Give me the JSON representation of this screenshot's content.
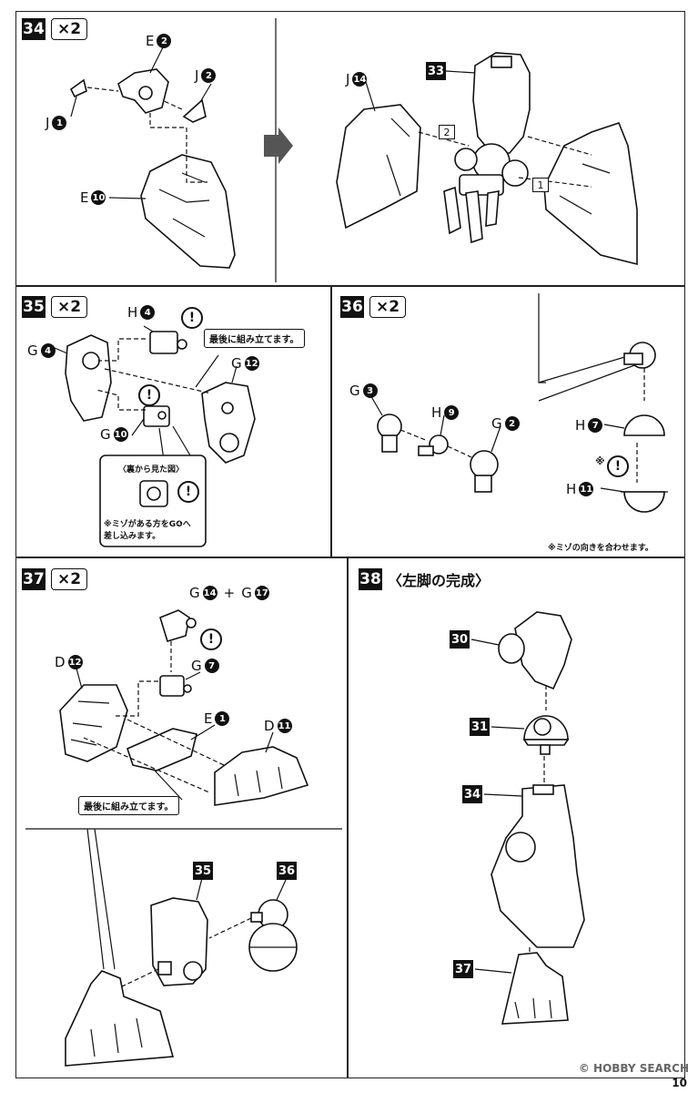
{
  "steps": {
    "s34": {
      "num": "34",
      "mult": "×2"
    },
    "s35": {
      "num": "35",
      "mult": "×2"
    },
    "s36": {
      "num": "36",
      "mult": "×2"
    },
    "s37": {
      "num": "37",
      "mult": "×2"
    },
    "s38": {
      "num": "38",
      "title": "〈左脚の完成〉"
    }
  },
  "labels": {
    "E2": "E",
    "E2n": "2",
    "J2": "J",
    "J2n": "2",
    "J1": "J",
    "J1n": "1",
    "E10": "E",
    "E10n": "10",
    "J14": "J",
    "J14n": "14",
    "ref33": "33",
    "box1": "1",
    "box2": "2",
    "H4": "H",
    "H4n": "4",
    "G4": "G",
    "G4n": "4",
    "G12": "G",
    "G12n": "12",
    "G10": "G",
    "G10n": "10",
    "G3": "G",
    "G3n": "3",
    "H9": "H",
    "H9n": "9",
    "G2": "G",
    "G2n": "2",
    "H7": "H",
    "H7n": "7",
    "H11": "H",
    "H11n": "11",
    "G14": "G",
    "G14n": "14",
    "plus": "+",
    "G17": "G",
    "G17n": "17",
    "D12": "D",
    "D12n": "12",
    "G7": "G",
    "G7n": "7",
    "E1": "E",
    "E1n": "1",
    "D11": "D",
    "D11n": "11",
    "ref35": "35",
    "ref36": "36",
    "ref30": "30",
    "ref31": "31",
    "ref34": "34",
    "ref37": "37"
  },
  "notes": {
    "last35": "最後に組み立てます。",
    "last37": "最後に組み立てます。",
    "backview": "〈裏から見た図〉",
    "groove35": "※ミゾがある方をG❹へ\n差し込みます。",
    "groove36": "※ミゾの向きを合わせます。",
    "asterisk": "※"
  },
  "bang": "!",
  "footer": {
    "page": "10",
    "watermark": "© HOBBY SEARCH"
  }
}
